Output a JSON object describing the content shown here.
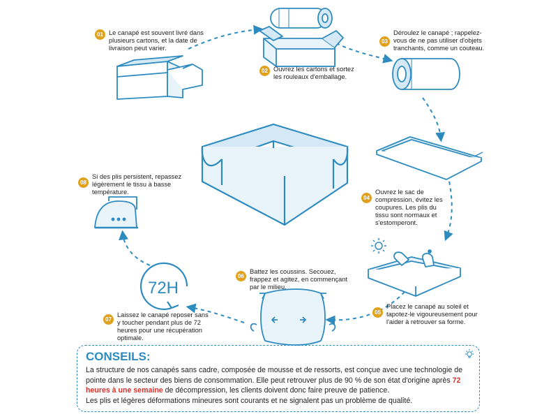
{
  "steps": [
    {
      "num": "01",
      "text": "Le canapé est souvent livré dans plusieurs cartons, et la date de livraison peut varier.",
      "icon": "boxes-icon"
    },
    {
      "num": "02",
      "text": "Ouvrez les cartons et sortez les rouleaux d'emballage.",
      "icon": "open-box-roll-icon"
    },
    {
      "num": "03",
      "text": "Déroulez le canapé ; rappelez-vous de ne pas utiliser d'objets tranchants, comme un couteau.",
      "icon": "roll-icon"
    },
    {
      "num": "04",
      "text": "Ouvrez le sac de compression, évitez les coupures. Les plis du tissu sont normaux et s'estomperont.",
      "icon": "flat-bag-icon"
    },
    {
      "num": "05",
      "text": "Placez le canapé au soleil et tapotez-le vigoureusement pour l'aider à retrouver sa forme.",
      "icon": "hands-patting-icon"
    },
    {
      "num": "06",
      "text": "Battez les coussins. Secouez, frappez et agitez, en commençant par le milieu.",
      "icon": "cushion-icon"
    },
    {
      "num": "07",
      "text": "Laissez le canapé reposer sans y toucher pendant plus de 72 heures pour une récupération optimale.",
      "icon": "timer-72h-icon"
    },
    {
      "num": "08",
      "text": "Si des plis persistent, repassez légèrement le tissu à basse température.",
      "icon": "iron-icon"
    }
  ],
  "timer_label": "72H",
  "tips": {
    "title": "CONSEILS:",
    "line1": "La structure de nos canapés sans cadre, composée de mousse et de ressorts, est conçue avec une technologie de pointe dans le secteur des biens de consommation. Elle peut retrouver plus de 90 % de son état d'origine après",
    "highlight": "72 heures à une semaine",
    "line2": "de décompression, les clients doivent donc faire preuve de patience.",
    "line3": "Les plis et légères déformations mineures sont courants et ne signalent pas un problème de qualité."
  },
  "colors": {
    "accent": "#2e8bc0",
    "badge": "#e0a21c",
    "highlight": "#d7322b"
  }
}
